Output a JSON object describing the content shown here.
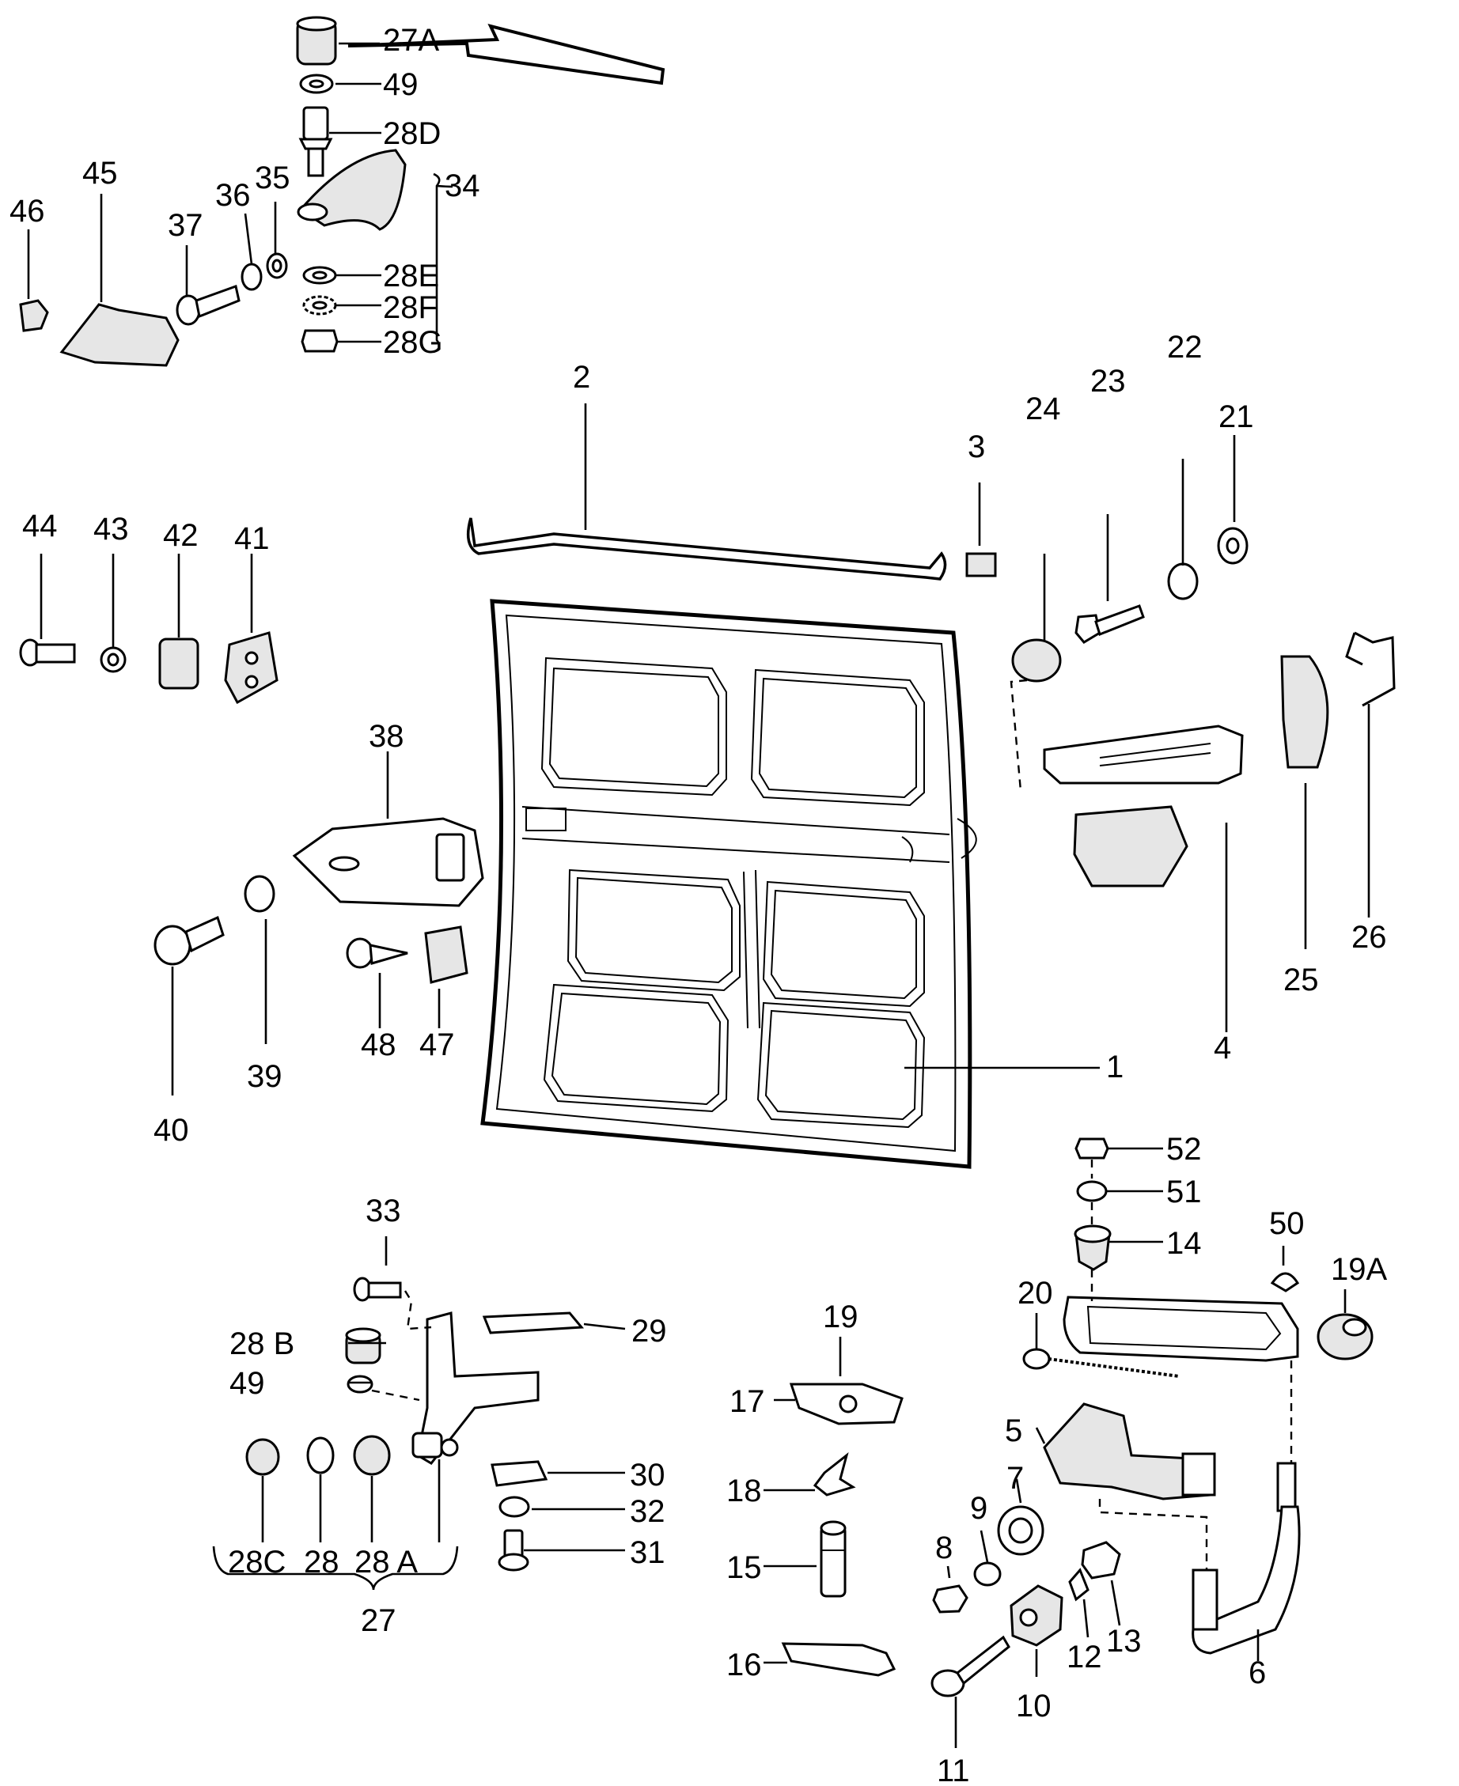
{
  "labels": {
    "l1": "1",
    "l2": "2",
    "l3": "3",
    "l4": "4",
    "l5": "5",
    "l6": "6",
    "l7": "7",
    "l8": "8",
    "l9": "9",
    "l10": "10",
    "l11": "11",
    "l12": "12",
    "l13": "13",
    "l14": "14",
    "l15": "15",
    "l16": "16",
    "l17": "17",
    "l18": "18",
    "l19": "19",
    "l19A": "19A",
    "l20": "20",
    "l21": "21",
    "l22": "22",
    "l23": "23",
    "l24": "24",
    "l25": "25",
    "l26": "26",
    "l27": "27",
    "l27A": "27A",
    "l28": "28",
    "l28A": "28 A",
    "l28B": "28 B",
    "l28C": "28C",
    "l28D": "28D",
    "l28E": "28E",
    "l28F": "28F",
    "l28G": "28G",
    "l29": "29",
    "l30": "30",
    "l31": "31",
    "l32": "32",
    "l33": "33",
    "l34": "34",
    "l35": "35",
    "l36": "36",
    "l37": "37",
    "l38": "38",
    "l39": "39",
    "l40": "40",
    "l41": "41",
    "l42": "42",
    "l43": "43",
    "l44": "44",
    "l45": "45",
    "l46": "46",
    "l47": "47",
    "l48": "48",
    "l49a": "49",
    "l49b": "49",
    "l50": "50",
    "l51": "51",
    "l52": "52"
  }
}
